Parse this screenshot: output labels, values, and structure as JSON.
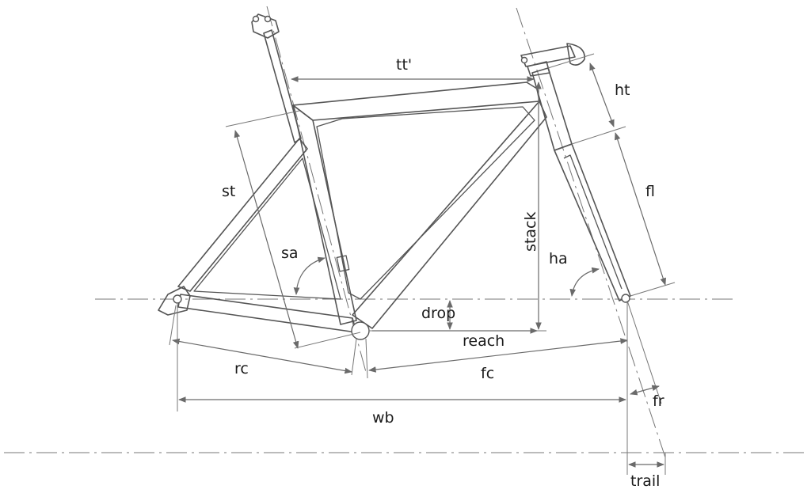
{
  "colors": {
    "frame": "#555555",
    "dimension": "#6a6a6a",
    "text": "#1a1a1a",
    "background": "#ffffff"
  },
  "labels": {
    "tt": "tt'",
    "ht": "ht",
    "fl": "fl",
    "st": "st",
    "stack": "stack",
    "sa": "sa",
    "ha": "ha",
    "drop": "drop",
    "reach": "reach",
    "rc": "rc",
    "fc": "fc",
    "fr": "fr",
    "wb": "wb",
    "trail": "trail"
  }
}
